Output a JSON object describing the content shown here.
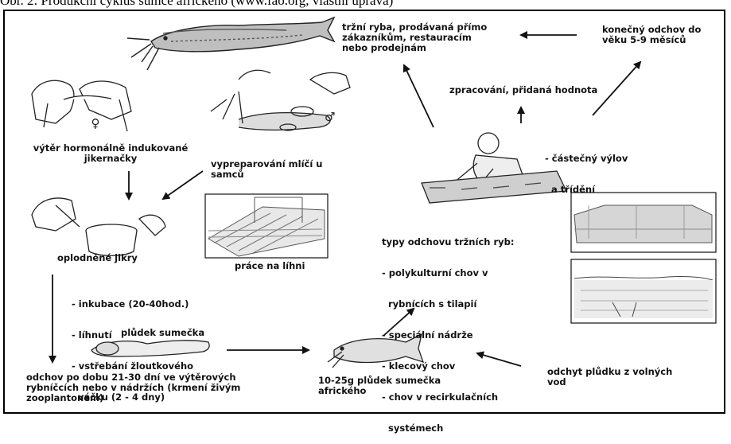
{
  "header_text": "Obr. 2: Produkční cyklus sumce afrického (www.fao.org, vlastní úprava)",
  "labels": {
    "market_fish": [
      "tržní ryba, prodávaná přímo",
      "zákazníkům, restauracím",
      "nebo prodejnám"
    ],
    "final_rearing": [
      "konečný odchov do",
      "věku 5-9 měsíců"
    ],
    "processing": "zpracování, přidaná hodnota",
    "partial_harvest": [
      "- částečný výlov",
      "  a třídění"
    ],
    "stripping_female": [
      "výtěr hormonálně indukované",
      "jikernačky"
    ],
    "milt_extraction": [
      "vypreparování mlíčí u",
      "samců"
    ],
    "fertilized_eggs": "oplodněné jikry",
    "hatchery_work": "práce na líhni",
    "incubation": [
      "- inkubace (20-40hod.)",
      "- líhnutí",
      "- vstřebání žloutkového",
      "  váčku (2 - 4 dny)"
    ],
    "grow_out_types": [
      "typy odchovu tržních ryb:",
      "- polykulturní chov v",
      "  rybnících s tilapií",
      "- speciální nádrže",
      "- klecový chov",
      "- chov v recirkulačních",
      "  systémech"
    ],
    "larva": "plůdek sumečka",
    "nursing": [
      "odchov po dobu 21-30 dní ve výtěrových",
      "rybníčcích nebo v nádržích (krmení živým",
      "zooplantonem)"
    ],
    "fingerling": [
      "10-25g plůdek sumečka",
      "afrického"
    ],
    "wild_catch": [
      "odchyt plůdku z volných",
      "vod"
    ]
  },
  "symbols": {
    "female": "♀",
    "male": "♂"
  },
  "colors": {
    "ink": "#111111",
    "background": "#ffffff",
    "tank": "#9a9a9a"
  }
}
